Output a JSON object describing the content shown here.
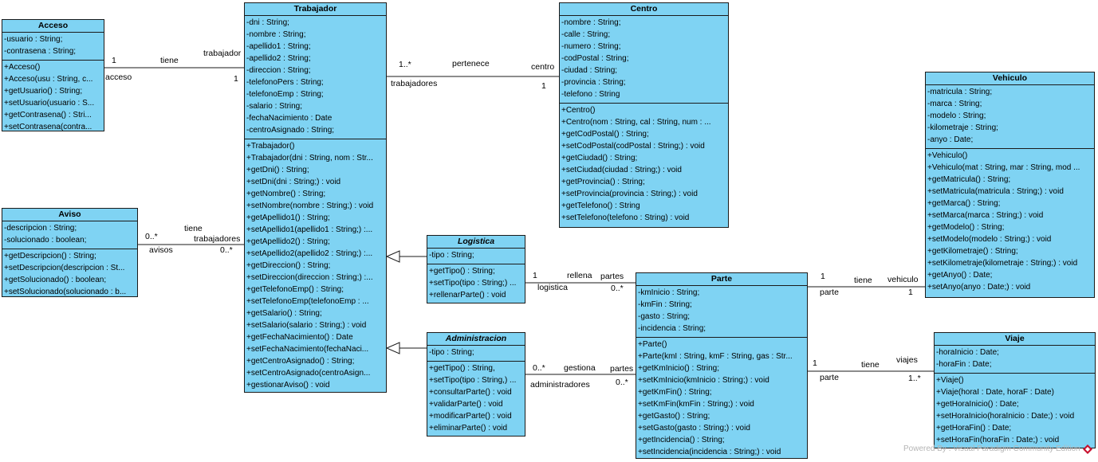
{
  "classes": {
    "acceso": {
      "name": "Acceso",
      "attributes": [
        "-usuario : String;",
        "-contrasena : String;"
      ],
      "operations": [
        "+Acceso()",
        "+Acceso(usu : String, c...",
        "+getUsuario() : String;",
        "+setUsuario(usuario : S...",
        "+getContrasena() : Stri...",
        "+setContrasena(contra..."
      ]
    },
    "aviso": {
      "name": "Aviso",
      "attributes": [
        "-descripcion : String;",
        "-solucionado : boolean;"
      ],
      "operations": [
        "+getDescripcion() : String;",
        "+setDescripcion(descripcion : St...",
        "+getSolucionado() : boolean;",
        "+setSolucionado(solucionado : b..."
      ]
    },
    "trabajador": {
      "name": "Trabajador",
      "attributes": [
        "-dni : String;",
        "-nombre : String;",
        "-apellido1 : String;",
        "-apellido2 : String;",
        "-direccion : String;",
        "-telefonoPers : String;",
        "-telefonoEmp : String;",
        "-salario : String;",
        "-fechaNacimiento : Date",
        "-centroAsignado : String;"
      ],
      "operations": [
        "+Trabajador()",
        "+Trabajador(dni : String, nom : Str...",
        "+getDni() : String;",
        "+setDni(dni : String;) : void",
        "+getNombre() : String;",
        "+setNombre(nombre : String;) : void",
        "+getApellido1() : String;",
        "+setApellido1(apellido1 : String;) :...",
        "+getApellido2() : String;",
        "+setApellido2(apellido2 : String;) :...",
        "+getDireccion() : String;",
        "+setDireccion(direccion : String;) :...",
        "+getTelefonoEmp() : String;",
        "+setTelefonoEmp(telefonoEmp : ...",
        "+getSalario() : String;",
        "+setSalario(salario : String;) : void",
        "+getFechaNacimiento() : Date",
        "+setFechaNacimiento(fechaNaci...",
        "+getCentroAsignado() : String;",
        "+setCentroAsignado(centroAsign...",
        "+gestionarAviso() : void"
      ]
    },
    "centro": {
      "name": "Centro",
      "attributes": [
        "-nombre : String;",
        "-calle : String;",
        "-numero : String;",
        "-codPostal : String;",
        "-ciudad : String;",
        "-provincia : String;",
        "-telefono : String"
      ],
      "operations": [
        "+Centro()",
        "+Centro(nom : String, cal : String, num : ...",
        "+getCodPostal() : String;",
        "+setCodPostal(codPostal : String;) : void",
        "+getCiudad() : String;",
        "+setCiudad(ciudad : String;) : void",
        "+getProvincia() : String;",
        "+setProvincia(provincia : String;) : void",
        "+getTelefono() : String",
        "+setTelefono(telefono : String) : void"
      ]
    },
    "logistica": {
      "name": "Logistica",
      "attributes": [
        "-tipo : String;"
      ],
      "operations": [
        "+getTipo() : String;",
        "+setTipo(tipo : String;) ...",
        "+rellenarParte() : void"
      ]
    },
    "administracion": {
      "name": "Administracion",
      "attributes": [
        "-tipo : String;"
      ],
      "operations": [
        "+getTipo() : String,",
        "+setTipo(tipo : String,) ...",
        "+consultarParte() : void",
        "+validarParte() : void",
        "+modificarParte() : void",
        "+eliminarParte() : void"
      ]
    },
    "parte": {
      "name": "Parte",
      "attributes": [
        "-kmInicio : String;",
        "-kmFin : String;",
        "-gasto : String;",
        "-incidencia : String;"
      ],
      "operations": [
        "+Parte()",
        "+Parte(kmI : String, kmF : String, gas : Str...",
        "+getKmInicio() : String;",
        "+setKmInicio(kmInicio : String;) : void",
        "+getKmFin() : String;",
        "+setKmFin(kmFin : String;) : void",
        "+getGasto() : String;",
        "+setGasto(gasto : String;) : void",
        "+getIncidencia() : String;",
        "+setIncidencia(incidencia : String;) : void"
      ]
    },
    "vehiculo": {
      "name": "Vehiculo",
      "attributes": [
        "-matricula : String;",
        "-marca : String;",
        "-modelo : String;",
        "-kilometraje : String;",
        "-anyo : Date;"
      ],
      "operations": [
        "+Vehiculo()",
        "+Vehiculo(mat : String, mar : String, mod ...",
        "+getMatricula() : String;",
        "+setMatricula(matricula : String;) : void",
        "+getMarca() : String;",
        "+setMarca(marca : String;) : void",
        "+getModelo() : String;",
        "+setModelo(modelo : String;) : void",
        "+getKilometraje() : String;",
        "+setKilometraje(kilometraje : String;) : void",
        "+getAnyo() : Date;",
        "+setAnyo(anyo : Date;) : void"
      ]
    },
    "viaje": {
      "name": "Viaje",
      "attributes": [
        "-horaInicio : Date;",
        "-horaFin : Date;"
      ],
      "operations": [
        "+Viaje()",
        "+Viaje(horaI : Date, horaF : Date)",
        "+getHoraInicio() : Date;",
        "+setHoraInicio(horaInicio : Date;) : void",
        "+getHoraFin() : Date;",
        "+setHoraFin(horaFin : Date;) : void"
      ]
    }
  },
  "associations": {
    "acceso_trabajador": {
      "name": "tiene",
      "mult_left": "1",
      "role_left": "acceso",
      "role_right": "trabajador",
      "mult_right": "1"
    },
    "trabajador_centro": {
      "name": "pertenece",
      "mult_left": "1..*",
      "role_left": "trabajadores",
      "role_right": "centro",
      "mult_right": "1"
    },
    "aviso_trabajador": {
      "name": "tiene",
      "mult_left": "0..*",
      "role_left": "avisos",
      "role_right": "trabajadores",
      "mult_right": "0..*"
    },
    "logistica_parte": {
      "name": "rellena",
      "mult_left": "1",
      "role_left": "logistica",
      "role_right": "partes",
      "mult_right": "0..*"
    },
    "administracion_parte": {
      "name": "gestiona",
      "mult_left": "0..*",
      "role_left": "administradores",
      "role_right": "partes",
      "mult_right": "0..*"
    },
    "parte_vehiculo": {
      "name": "tiene",
      "mult_left": "1",
      "role_left": "parte",
      "role_right": "vehiculo",
      "mult_right": "1"
    },
    "parte_viaje": {
      "name": "tiene",
      "mult_left": "1",
      "role_left": "parte",
      "role_right": "viajes",
      "mult_right": "1..*"
    }
  },
  "watermark": "Powered By : Visual Paradigm Community Edition"
}
